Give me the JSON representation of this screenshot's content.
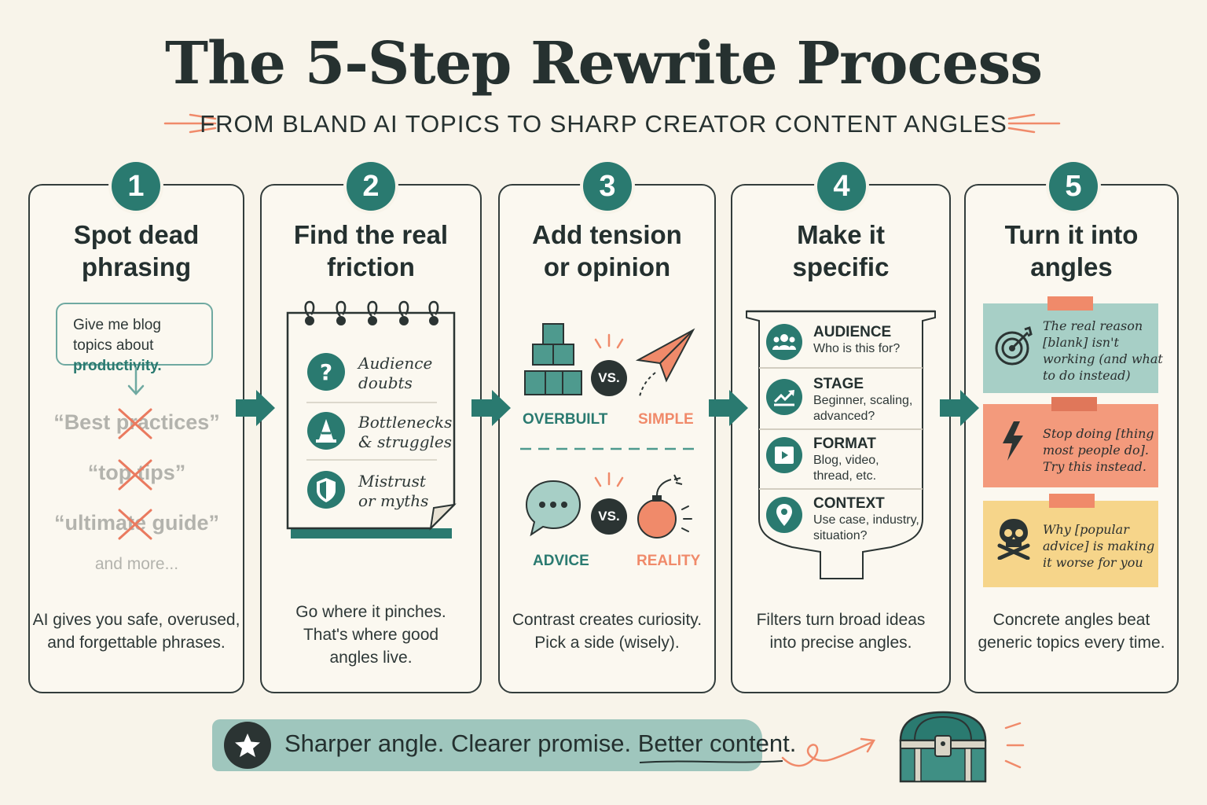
{
  "title": "The 5-Step Rewrite Process",
  "subtitle": "FROM BLAND AI TOPICS TO SHARP CREATOR CONTENT ANGLES",
  "colors": {
    "teal": "#2a7a70",
    "coral": "#f08a6a",
    "dark": "#263130",
    "paper": "#f8f4ea"
  },
  "steps": [
    {
      "number": "1",
      "title_line1": "Spot dead",
      "title_line2": "phrasing",
      "prompt_text": "Give me blog topics about",
      "prompt_highlight": "productivity.",
      "dead_phrases": [
        "“Best practices”",
        "“top tips”",
        "“ultimate guide”"
      ],
      "more": "and more...",
      "desc_line1": "AI gives you safe, overused,",
      "desc_line2": "and forgettable phrases.",
      "icons": [
        "chat-bubble-icon",
        "cross-icon"
      ]
    },
    {
      "number": "2",
      "title_line1": "Find the real",
      "title_line2": "friction",
      "items": [
        {
          "line1": "Audience",
          "line2": "doubts",
          "icon": "question-icon"
        },
        {
          "line1": "Bottlenecks",
          "line2": "& struggles",
          "icon": "traffic-cone-icon"
        },
        {
          "line1": "Mistrust",
          "line2": "or myths",
          "icon": "shield-icon"
        }
      ],
      "desc_line1": "Go where it pinches.",
      "desc_line2": "That's where good",
      "desc_line3": "angles live."
    },
    {
      "number": "3",
      "title_line1": "Add tension",
      "title_line2": "or opinion",
      "vs": "VS.",
      "pairs": [
        {
          "left": "OVERBUILT",
          "right": "SIMPLE",
          "left_icon": "stacked-blocks-icon",
          "right_icon": "paper-plane-icon"
        },
        {
          "left": "ADVICE",
          "right": "REALITY",
          "left_icon": "speech-bubble-icon",
          "right_icon": "bomb-icon"
        }
      ],
      "desc_line1": "Contrast creates curiosity.",
      "desc_line2": "Pick a side (wisely)."
    },
    {
      "number": "4",
      "title_line1": "Make it",
      "title_line2": "specific",
      "filters": [
        {
          "label": "AUDIENCE",
          "desc_line1": "Who is this for?",
          "desc_line2": "",
          "icon": "people-icon"
        },
        {
          "label": "STAGE",
          "desc_line1": "Beginner, scaling,",
          "desc_line2": "advanced?",
          "icon": "growth-chart-icon"
        },
        {
          "label": "FORMAT",
          "desc_line1": "Blog, video,",
          "desc_line2": "thread, etc.",
          "icon": "play-icon"
        },
        {
          "label": "CONTEXT",
          "desc_line1": "Use case, industry,",
          "desc_line2": "situation?",
          "icon": "location-pin-icon"
        }
      ],
      "desc_line1": "Filters turn broad ideas",
      "desc_line2": "into precise angles."
    },
    {
      "number": "5",
      "title_line1": "Turn it into",
      "title_line2": "angles",
      "notes": [
        {
          "lines": [
            "The real reason",
            "[blank] isn't",
            "working (and what",
            "to do instead)"
          ],
          "icon": "target-icon",
          "color": "#a7cfc6"
        },
        {
          "lines": [
            "Stop doing [thing",
            "most people do].",
            "Try this instead."
          ],
          "icon": "lightning-icon",
          "color": "#f39a7c"
        },
        {
          "lines": [
            "Why [popular",
            "advice] is making",
            "it worse for you"
          ],
          "icon": "skull-icon",
          "color": "#f6d58a"
        }
      ],
      "desc_line1": "Concrete angles beat",
      "desc_line2": "generic topics every time."
    }
  ],
  "banner": {
    "text_part1": "Sharper angle. Clearer promise. ",
    "text_part2": "Better content.",
    "icon": "star-icon"
  },
  "decor_icons": [
    "squiggle-arrow-icon",
    "treasure-chest-icon"
  ]
}
